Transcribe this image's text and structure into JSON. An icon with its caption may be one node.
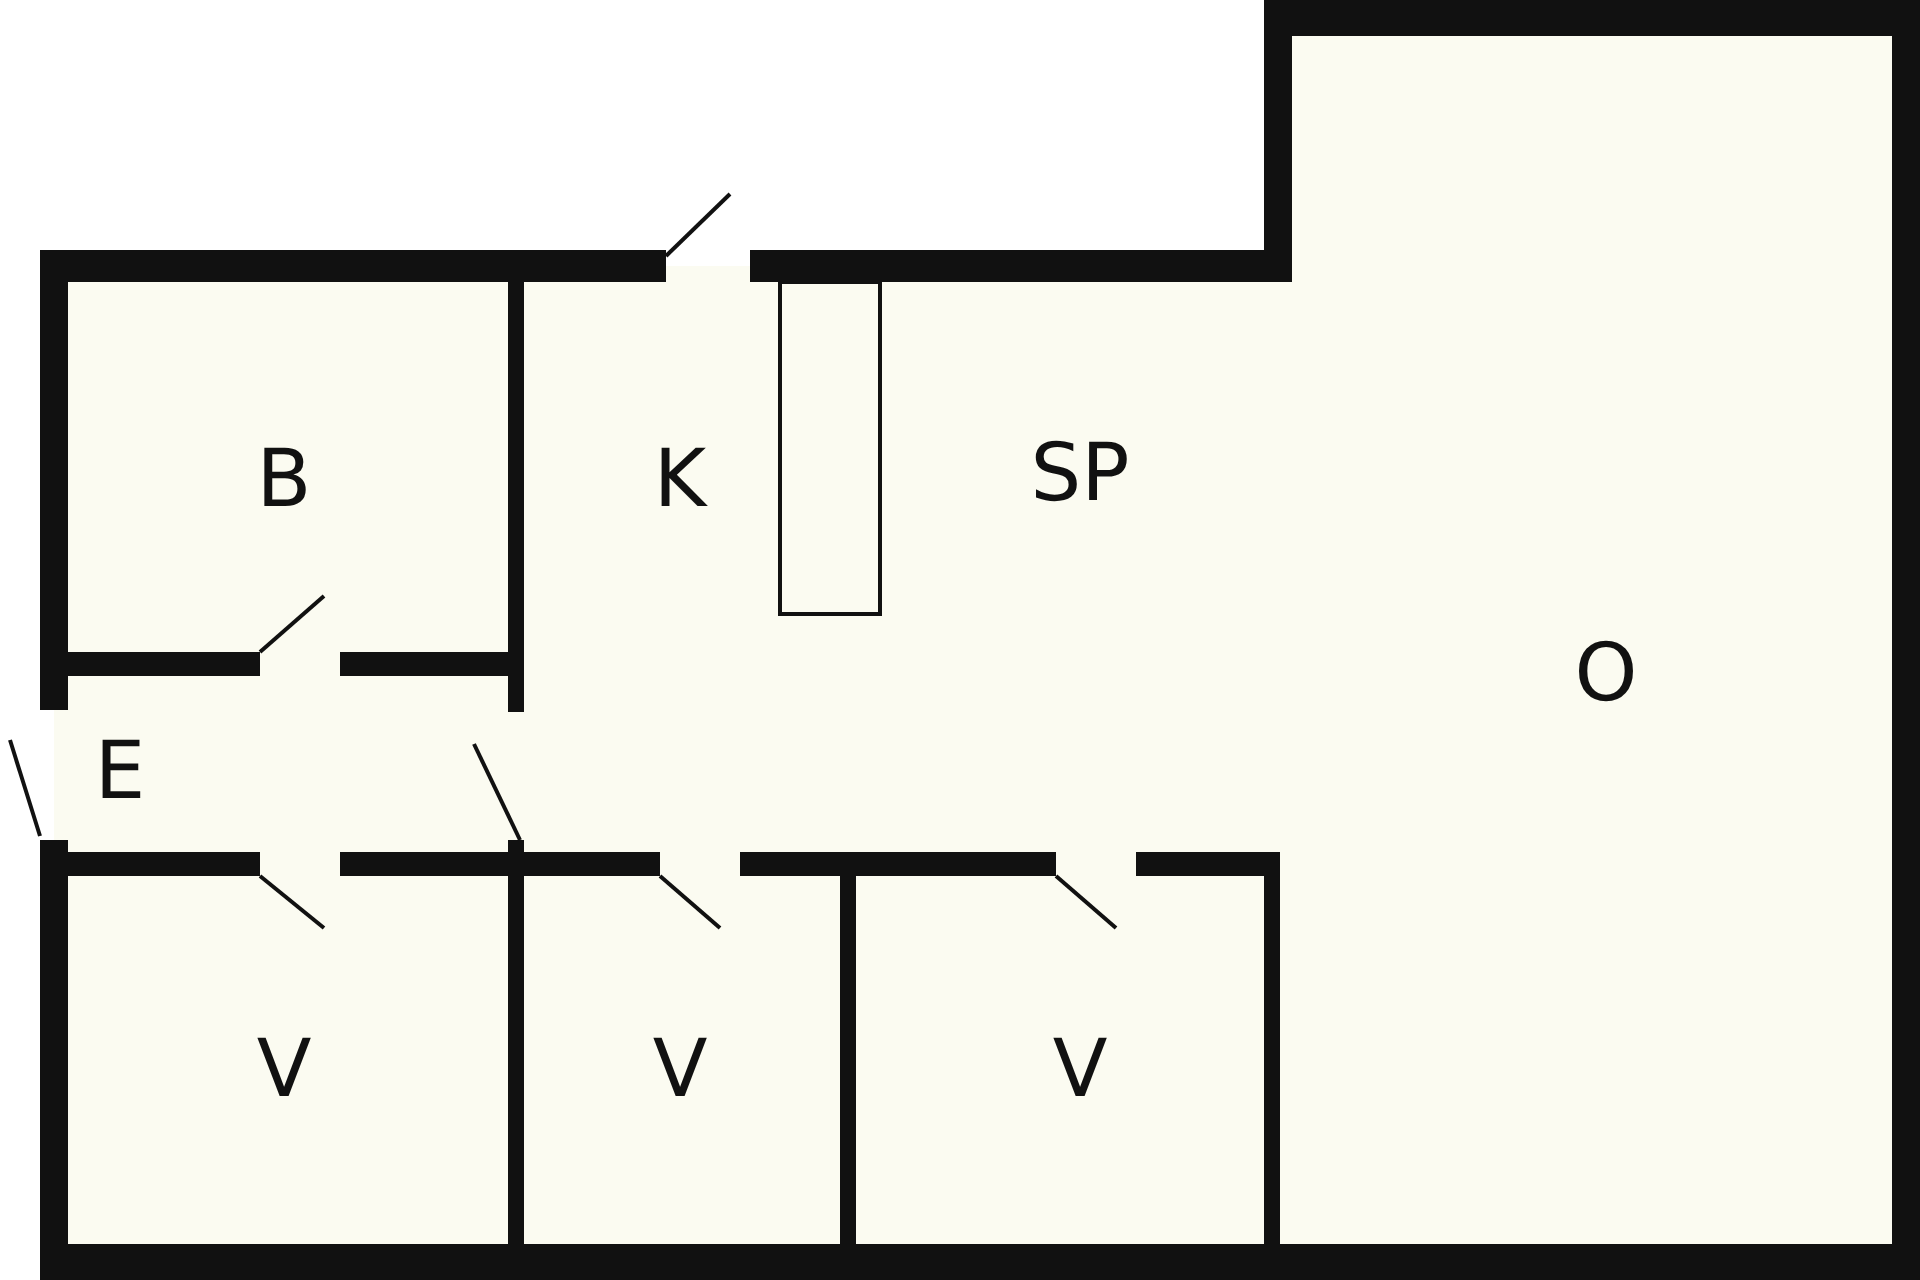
{
  "diagram": {
    "labels": [
      "B",
      "K",
      "SP",
      "O",
      "E",
      "V",
      "V",
      "V"
    ]
  }
}
